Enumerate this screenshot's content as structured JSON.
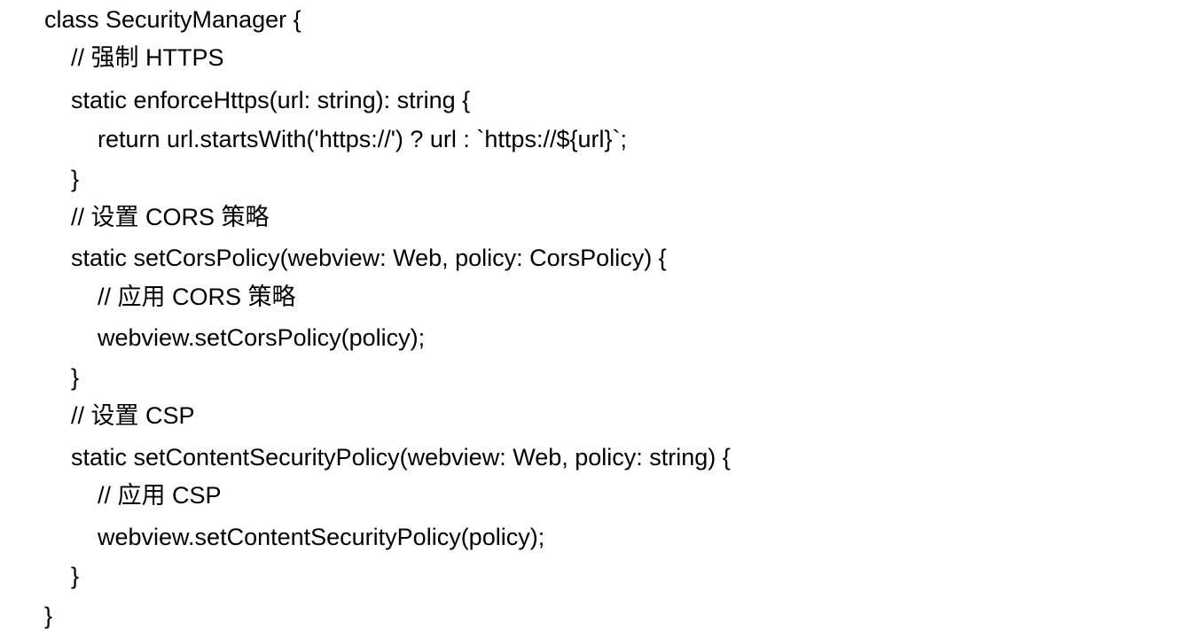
{
  "code": {
    "lines": [
      "class SecurityManager {",
      "// 强制 HTTPS",
      "static enforceHttps(url: string): string {",
      "return url.startsWith('https://') ? url : `https://${url}`;",
      "}",
      "// 设置 CORS 策略",
      "static setCorsPolicy(webview: Web, policy: CorsPolicy) {",
      "// 应用 CORS 策略",
      "webview.setCorsPolicy(policy);",
      "}",
      "// 设置 CSP",
      "static setContentSecurityPolicy(webview: Web, policy: string) {",
      "// 应用 CSP",
      "webview.setContentSecurityPolicy(policy);",
      "}",
      "}"
    ]
  }
}
